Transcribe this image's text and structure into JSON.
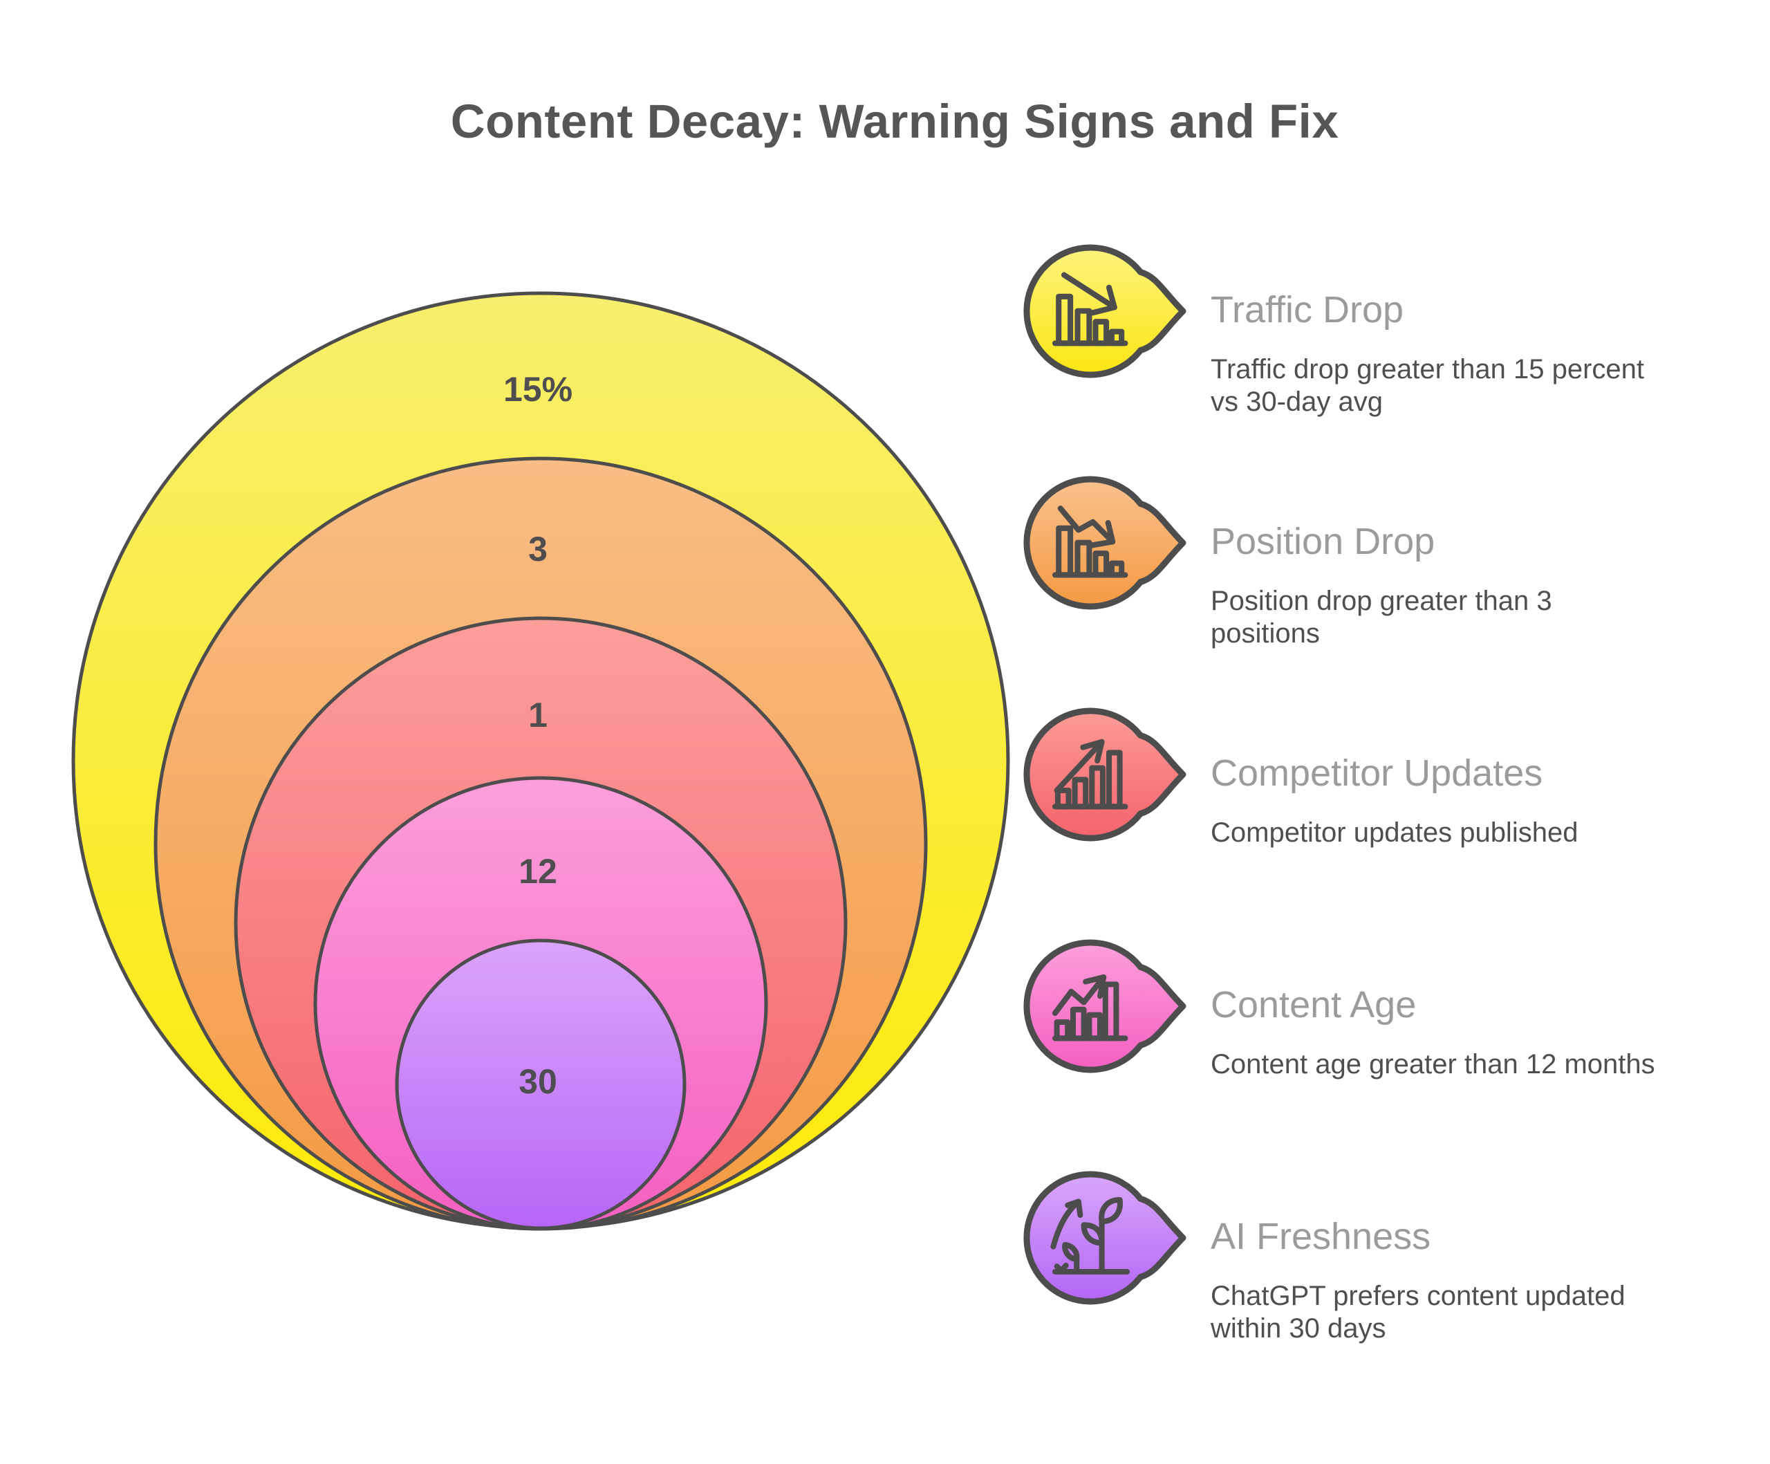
{
  "page_title": "Content Decay: Warning Signs and Fix",
  "rings": [
    {
      "value": "15%",
      "signal": "Traffic Drop",
      "color_top": "#f8ee6e",
      "color_bottom": "#fdea07"
    },
    {
      "value": "3",
      "signal": "Position Drop",
      "color_top": "#f9bd85",
      "color_bottom": "#f49a43"
    },
    {
      "value": "1",
      "signal": "Competitor Updates",
      "color_top": "#fb9e9a",
      "color_bottom": "#f5636c"
    },
    {
      "value": "12",
      "signal": "Content Age",
      "color_top": "#fc9fdb",
      "color_bottom": "#f45fc1"
    },
    {
      "value": "30",
      "signal": "AI Freshness",
      "color_top": "#dba4fa",
      "color_bottom": "#b766f5"
    }
  ],
  "legend": {
    "items": [
      {
        "title": "Traffic Drop",
        "description": "Traffic drop greater than 15 percent\nvs 30-day avg",
        "icon": "declining-bar-chart-arrow-icon",
        "color_top": "#fdf37d",
        "color_bottom": "#fbe513"
      },
      {
        "title": "Position Drop",
        "description": "Position drop greater than 3\npositions",
        "icon": "zigzag-down-bar-chart-icon",
        "color_top": "#fac18d",
        "color_bottom": "#f49a43"
      },
      {
        "title": "Competitor Updates",
        "description": "Competitor updates published",
        "icon": "rising-bar-chart-arrow-icon",
        "color_top": "#fb9b96",
        "color_bottom": "#f5636c"
      },
      {
        "title": "Content Age",
        "description": "Content age greater than 12 months",
        "icon": "zigzag-up-bar-chart-icon",
        "color_top": "#fc9fdb",
        "color_bottom": "#f45fc1"
      },
      {
        "title": "AI Freshness",
        "description": "ChatGPT prefers content updated\nwithin 30 days",
        "icon": "plant-growth-arrow-icon",
        "color_top": "#d8a6fa",
        "color_bottom": "#b466f5"
      }
    ]
  },
  "colors": {
    "background": "#ffffff",
    "stroke": "#4d4d4d",
    "title_text": "#565656",
    "legend_title_text": "#9b9b9b",
    "description_text": "#4f4f51",
    "ring_label_text": "#4e4e50"
  }
}
